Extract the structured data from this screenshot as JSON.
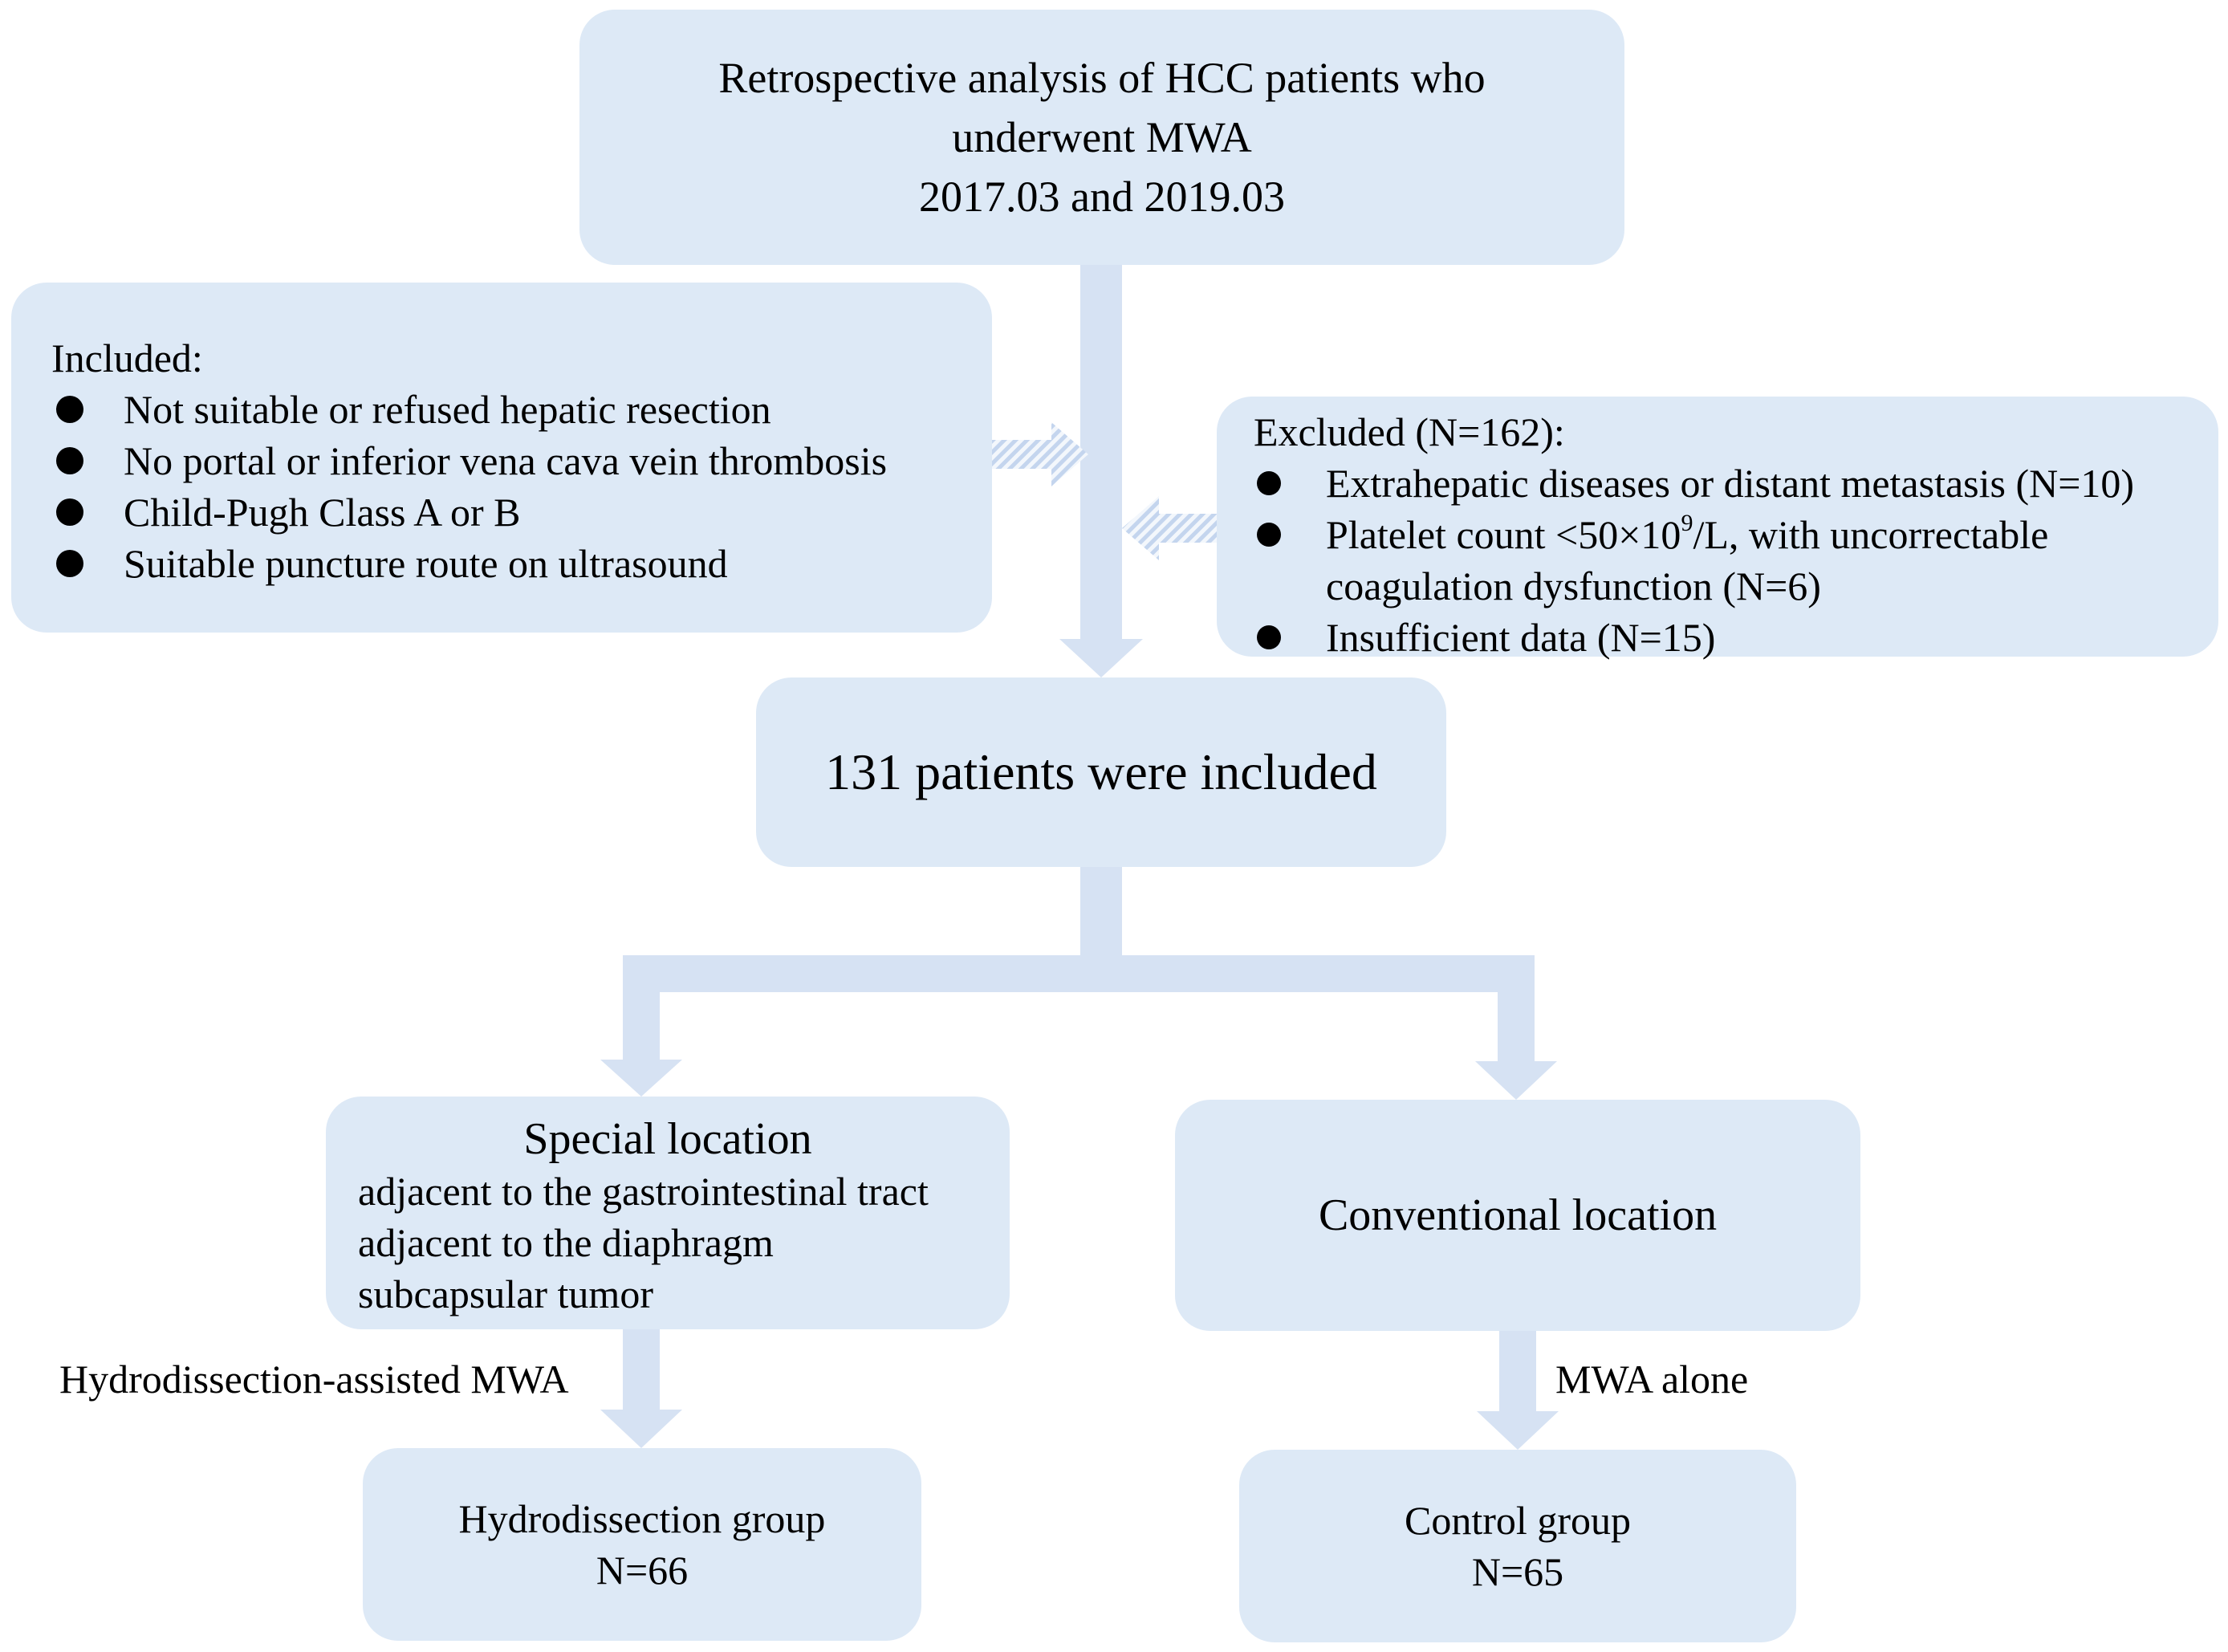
{
  "start": {
    "lines": [
      "Retrospective analysis of HCC patients  who",
      "underwent MWA",
      "2017.03 and 2019.03"
    ]
  },
  "included": {
    "title": "Included:",
    "items": [
      "Not suitable or refused hepatic resection",
      "No portal or inferior vena cava vein thrombosis",
      "Child-Pugh Class A or B",
      "Suitable puncture route on ultrasound"
    ]
  },
  "excluded": {
    "title": "Excluded  (N=162):",
    "items": [
      {
        "lines": [
          "Extrahepatic diseases or distant metastasis (N=10)"
        ]
      },
      {
        "line1_pre": "Platelet count <50×10",
        "line1_sup": "9",
        "line1_post": "/L, with uncorrectable",
        "line2": "coagulation dysfunction (N=6)"
      },
      {
        "lines": [
          "Insufficient data (N=15)"
        ]
      }
    ]
  },
  "total": {
    "text": "131 patients were included"
  },
  "special": {
    "title": "Special location",
    "lines": [
      "adjacent to the gastrointestinal tract",
      "adjacent to the diaphragm",
      "subcapsular tumor"
    ]
  },
  "conventional": {
    "title": "Conventional location"
  },
  "labels": {
    "hydro": "Hydrodissection-assisted MWA",
    "mwa": "MWA alone"
  },
  "hydro_group": {
    "name": "Hydrodissection group",
    "n": "N=66"
  },
  "control_group": {
    "name": "Control group",
    "n": "N=65"
  },
  "colors": {
    "box": "#dde9f6",
    "arrow": "#d6e2f3",
    "hatch": "#c4d5ee"
  }
}
